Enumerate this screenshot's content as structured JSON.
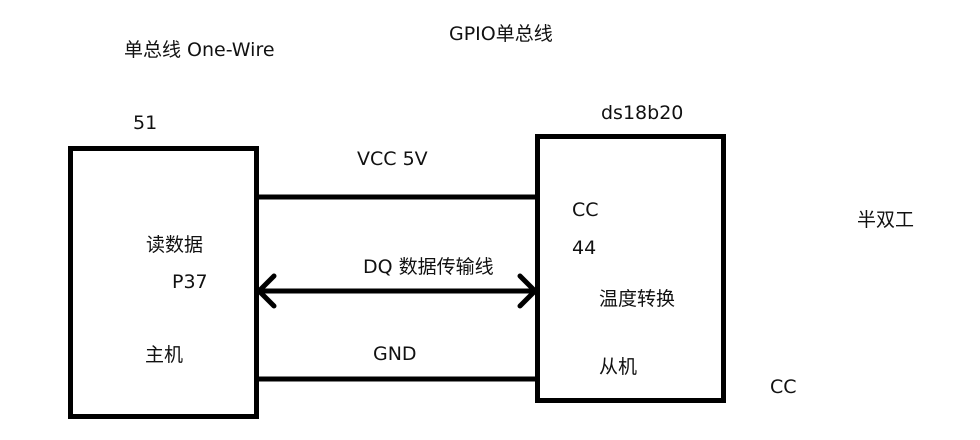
{
  "header": {
    "bus_type": "单总线 One-Wire",
    "gpio_bus": "GPIO单总线"
  },
  "master": {
    "id_label": "51",
    "read_label": "读数据",
    "pin_label": "P37",
    "role_label": "主机"
  },
  "slave": {
    "chip_label": "ds18b20",
    "code_cc": "CC",
    "code_44": "44",
    "convert_label": "温度转换",
    "role_label": "从机"
  },
  "lines": {
    "vcc_label": "VCC  5V",
    "dq_label": "DQ  数据传输线",
    "gnd_label": "GND"
  },
  "notes": {
    "duplex_label": "半双工",
    "cc_note": "CC"
  },
  "colors": {
    "ink": "#000000",
    "background": "#ffffff"
  }
}
